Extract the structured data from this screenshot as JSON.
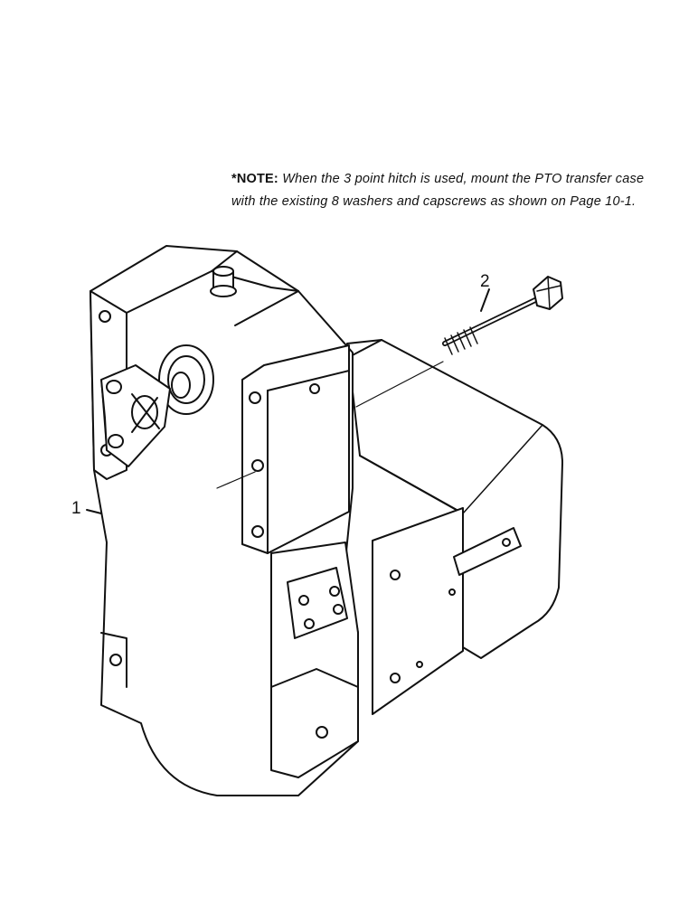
{
  "note": {
    "label": "*NOTE:",
    "text": "When the 3 point hitch is used, mount the PTO transfer case with the existing 8 washers and capscrews as shown on Page 10-1."
  },
  "callouts": {
    "item_1": "1",
    "item_2": "2"
  },
  "colors": {
    "ink": "#111111",
    "paper": "#ffffff"
  }
}
